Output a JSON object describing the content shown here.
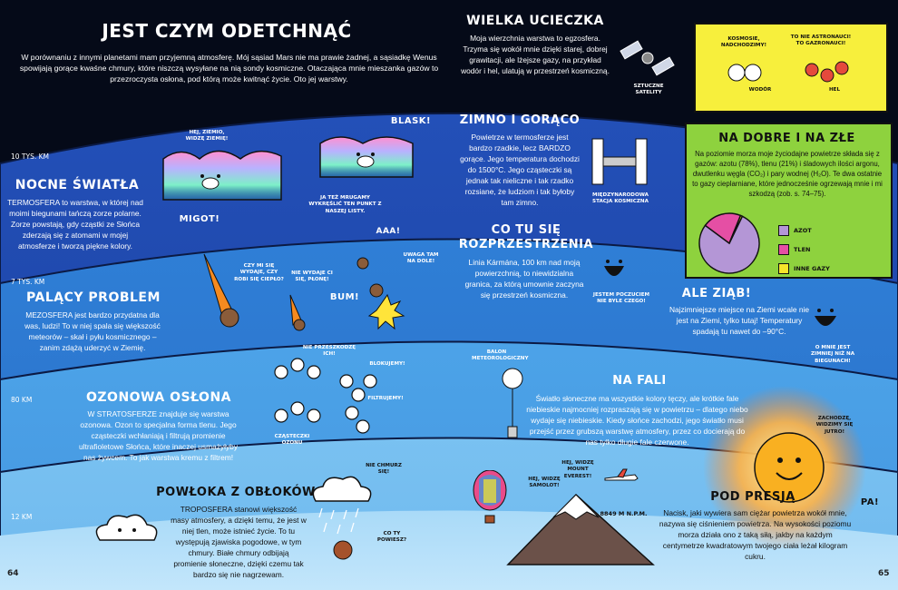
{
  "left_page": {
    "title": "JEST CZYM ODETCHNĄĆ",
    "intro": "W porównaniu z innymi planetami mam przyjemną atmosferę. Mój sąsiad Mars nie ma prawie żadnej, a sąsiadkę Wenus spowijają gorące kwaśne chmury, które niszczą wysyłane na nią sondy kosmiczne. Otaczająca mnie mieszanka gazów to przezroczysta osłona, pod którą może kwitnąć życie. Oto jej warstwy.",
    "sections": {
      "thermosphere": {
        "title": "NOCNE ŚWIATŁA",
        "body": "TERMOSFERA to warstwa, w której nad moimi biegunami tańczą zorze polarne. Zorze powstają, gdy cząstki ze Słońca zderzają się z atomami w mojej atmosferze i tworzą piękne kolory."
      },
      "mesosphere": {
        "title": "PALĄCY PROBLEM",
        "body": "MEZOSFERA jest bardzo przydatna dla was, ludzi! To w niej spala się większość meteorów – skał i pyłu kosmicznego – zanim zdążą uderzyć w Ziemię."
      },
      "stratosphere": {
        "title": "OZONOWA OSŁONA",
        "body": "W STRATOSFERZE znajduje się warstwa ozonowa. Ozon to specjalna forma tlenu. Jego cząsteczki wchłaniają i filtrują promienie ultrafioletowe Słońca, które inaczej usmażyłyby nas żywcem. To jak warstwa kremu z filtrem!"
      },
      "troposphere": {
        "title": "POWŁOKA Z OBŁOKÓW",
        "body": "TROPOSFERA stanowi większość masy atmosfery, a dzięki temu, że jest w niej tlen, może istnieć życie. To tu występują zjawiska pogodowe, w tym chmury. Białe chmury odbijają promienie słoneczne, dzięki czemu tak bardzo się nie nagrzewam."
      }
    },
    "altitudes": {
      "a10k": "10 TYS. KM",
      "a7k": "7 TYS. KM",
      "a80": "80 KM",
      "a12": "12 KM"
    },
    "bubbles": {
      "aurora_hello": "HEJ, ZIEMIO, WIDZĘ ZIEMIĘ!",
      "blask": "BLASK!",
      "migot": "MIGOT!",
      "aurora_we": "JA TEŻ MRUGAMY WYKRĘŚLIĆ TEN PUNKT Z NASZEJ LISTY.",
      "meteor_q": "CZY MI SIĘ WYDAJE, CZY ROBI SIĘ CIEPŁO?",
      "meteor_no": "NIE WYDAJE CI SIĘ, PŁONĘ!",
      "aaa": "AAA!",
      "uwaga": "UWAGA TAM NA DOLE!",
      "bum": "BUM!",
      "ozone_no": "NIE PRZESZKODZĘ ICH!",
      "blocked": "BLOKUJEMY!",
      "filter": "FILTRUJEMY!",
      "ozone_label": "CZĄSTECZKI OZONU",
      "cloud": "NIE CHMURZ SIĘ!",
      "girl": "CO TY POWIESZ?"
    },
    "page_number": "64"
  },
  "right_page": {
    "exosphere": {
      "title": "WIELKA UCIECZKA",
      "body": "Moja wierzchnia warstwa to egzosfera. Trzyma się wokół mnie dzięki starej, dobrej grawitacji, ale lżejsze gazy, na przykład wodór i hel, ulatują w przestrzeń kosmiczną.",
      "satellite_label": "SZTUCZNE SATELITY"
    },
    "gas_box": {
      "hydrogen_bubble": "KOSMOSIE, NADCHODZIMY!",
      "helium_bubble": "TO NIE ASTRONAUCI! TO GAZRONAUCI!",
      "hydrogen_label": "WODÓR",
      "helium_label": "HEL"
    },
    "hot_cold": {
      "title": "ZIMNO I GORĄCO",
      "body": "Powietrze w termosferze jest bardzo rzadkie, lecz BARDZO gorące. Jego temperatura dochodzi do 1500°C. Jego cząsteczki są jednak tak nieliczne i tak rzadko rozsiane, że ludziom i tak byłoby tam zimno.",
      "iss_label": "MIĘDZYNARODOWA STACJA KOSMICZNA"
    },
    "good_bad": {
      "title": "NA DOBRE I NA ZŁE",
      "body": "Na poziomie morza moje życiodajne powietrze składa się z gazów: azotu (78%), tlenu (21%) i śladowych ilości argonu, dwutlenku węgla (CO₂) i pary wodnej (H₂O). Te dwa ostatnie to gazy cieplarniane, które jednocześnie ogrzewają mnie i mi szkodzą (zob. s. 74–75)."
    },
    "space": {
      "title": "CO TU SIĘ ROZPRZESTRZENIA",
      "body": "Linia Kármána, 100 km nad moją powierzchnią, to niewidzialna granica, za którą umownie zaczyna się przestrzeń kosmiczna.",
      "bubble": "JESTEM POCZUCIEM NIE BYLE CZEGO!"
    },
    "cold": {
      "title": "ALE ZIĄB!",
      "body": "Najzimniejsze miejsce na Ziemi wcale nie jest na Ziemi, tylko tutaj! Temperatury spadają tu nawet do –90°C.",
      "bubble": "O MNIE JEST ZIMNIEJ NIŻ NA BIEGUNACH!"
    },
    "waves": {
      "title": "NA FALI",
      "body": "Światło słoneczne ma wszystkie kolory tęczy, ale krótkie fale niebieskie najmocniej rozpraszają się w powietrzu – dlatego niebo wydaje się niebieskie. Kiedy słońce zachodzi, jego światło musi przejść przez grubszą warstwę atmosfery, przez co docierają do nas tylko długie fale czerwone.",
      "balloon_label": "BALON METEOROLOGICZNY",
      "sun_bubble": "ZACHODZĘ, WIDZIMY SIĘ JUTRO!",
      "pa": "PA!"
    },
    "pressure": {
      "title": "POD PRESJĄ",
      "body": "Nacisk, jaki wywiera sam ciężar powietrza wokół mnie, nazywa się ciśnieniem powietrza. Na wysokości poziomu morza działa ono z taką siłą, jakby na każdym centymetrze kwadratowym twojego ciała leżał kilogram cukru.",
      "everest_label": "8849 M N.P.M.",
      "plane_bubble": "HEJ, WIDZĘ MOUNT EVEREST!",
      "balloon_bubble": "HEJ, WIDZĘ SAMOLOT!"
    },
    "page_number": "65"
  },
  "chart_data": {
    "type": "pie",
    "categories": [
      "AZOT",
      "TLEN",
      "INNE GAZY"
    ],
    "values": [
      78,
      21,
      1
    ],
    "colors": [
      "#b496d6",
      "#e54fa4",
      "#f7e52a"
    ],
    "title": "",
    "legend": "right"
  },
  "colors": {
    "space": "#050a18",
    "gas_box": "#f7ef3c",
    "chart_box": "#8ed23e",
    "sun": "#f9b021"
  }
}
